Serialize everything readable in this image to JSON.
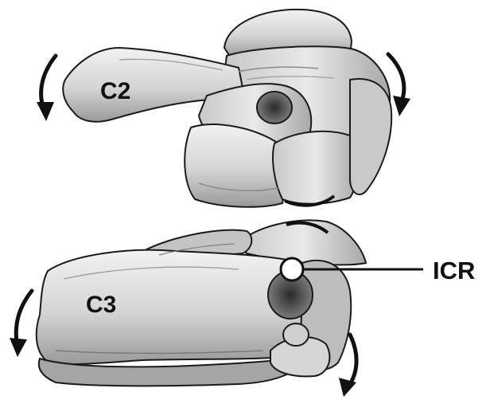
{
  "figure": {
    "vertebra_upper_label": "C2",
    "vertebra_lower_label": "C3",
    "center_label": "ICR",
    "colors": {
      "bone_light": "#e4e4e4",
      "bone_mid": "#bdbdbd",
      "bone_dark": "#5a5a5a",
      "outline": "#1a1a1a",
      "arrow": "#111111",
      "icr_fill": "#ffffff"
    }
  }
}
